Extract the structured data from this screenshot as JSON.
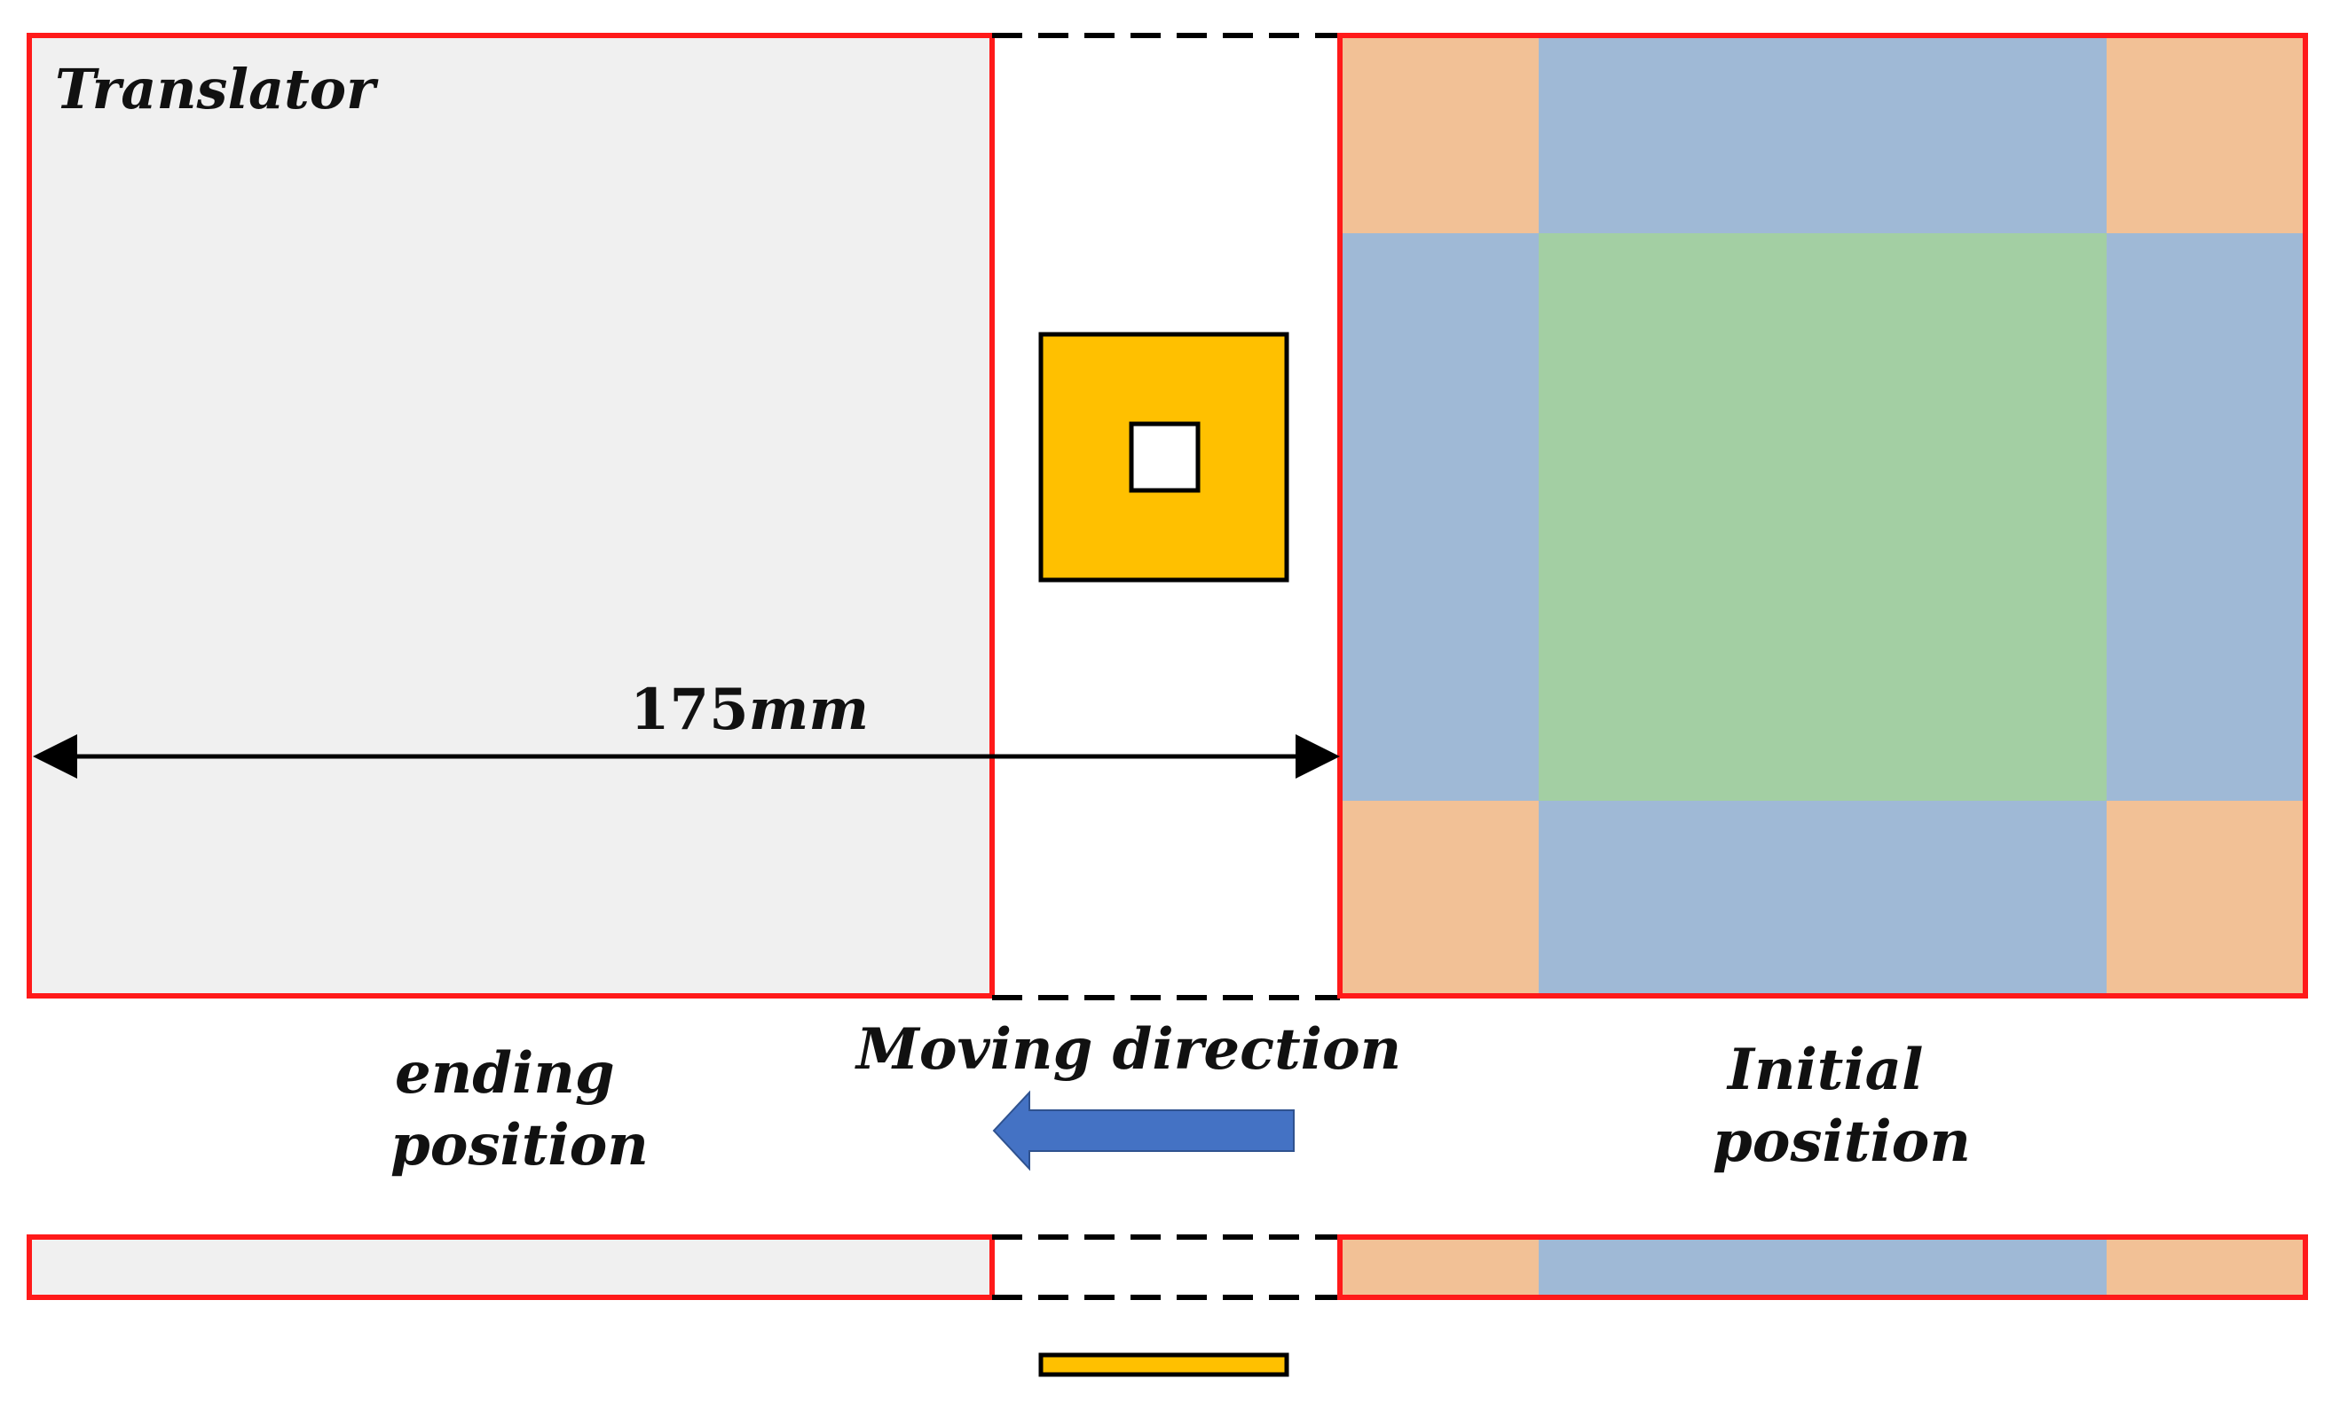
{
  "labels": {
    "translator": "Translator",
    "distance_value": "175",
    "distance_unit": "mm",
    "moving_direction": "Moving direction",
    "ending_line1": "ending",
    "ending_line2": "position",
    "initial_line1": "Initial",
    "initial_line2": "position"
  },
  "colors": {
    "outline_red": "#ff1a1a",
    "translator_fill": "#f0f0f0",
    "corner_orange": "#f2c196",
    "edge_blue": "#9fb9d6",
    "center_green": "#a3cfa3",
    "source_yellow": "#ffc000",
    "arrow_blue": "#4472c4",
    "dashed_black": "#000000"
  }
}
